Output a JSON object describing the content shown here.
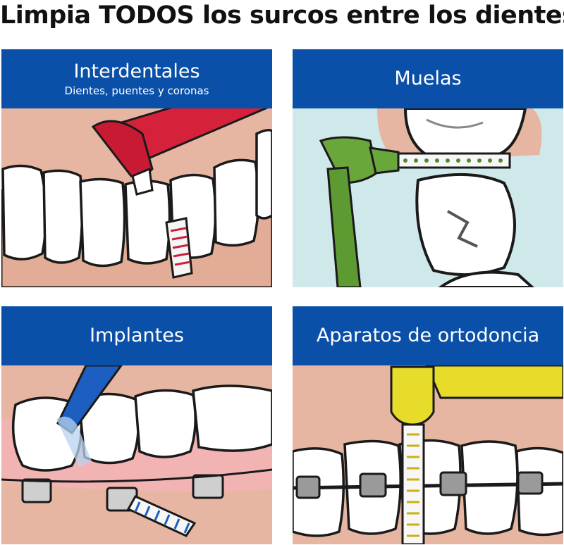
{
  "headline": "Limpia TODOS los surcos entre los dientes",
  "panels": [
    {
      "title": "Interdentales",
      "subtitle": "Dientes, puentes y coronas",
      "brush_color": "#d6213a"
    },
    {
      "title": "Muelas",
      "brush_color": "#6aa73a"
    },
    {
      "title": "Implantes",
      "brush_color": "#1d5fc0"
    },
    {
      "title": "Aparatos de ortodoncia",
      "brush_color": "#e7dc2a"
    }
  ],
  "colors": {
    "banner": "#0b50a8",
    "gum": "#e6b6a2",
    "tooth": "#ffffff",
    "outline": "#1a1a1a"
  }
}
